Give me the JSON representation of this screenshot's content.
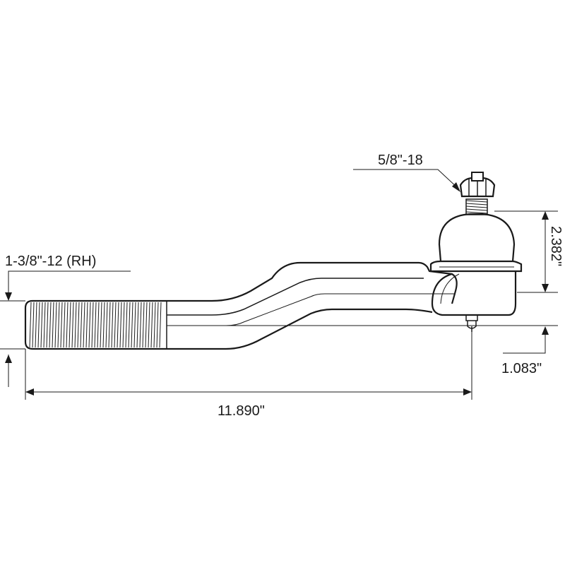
{
  "dimensions": {
    "stud_thread": "5/8\"-18",
    "shank_thread": "1-3/8\"-12 (RH)",
    "height": "2.382\"",
    "offset": "1.083\"",
    "length": "11.890\""
  }
}
